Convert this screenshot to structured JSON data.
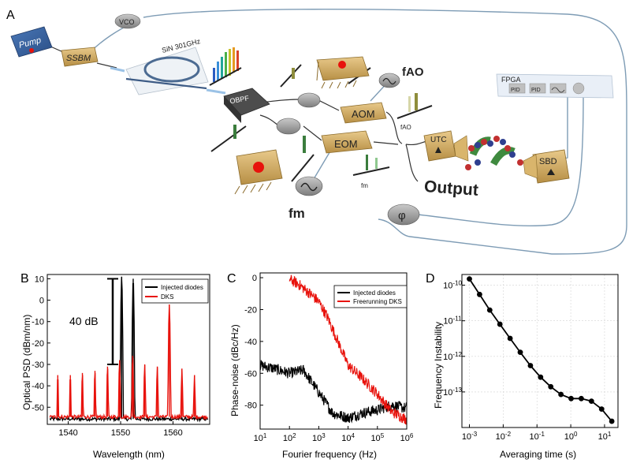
{
  "panels": {
    "a": "A",
    "b": "B",
    "c": "C",
    "d": "D"
  },
  "schematic": {
    "pump": "Pump",
    "ssbm": "SSBM",
    "vco": "VCO",
    "sin_ring": "SiN 301GHz",
    "obpf": "OBPF",
    "aom": "AOM",
    "eom": "EOM",
    "utc": "UTC",
    "sbd": "SBD",
    "fpga": "FPGA",
    "fpga_pid": "PID",
    "fpga_pid2": "PID",
    "f_ao": "fAO",
    "f_ao_small": "fAO",
    "f_m": "fm",
    "f_m_small": "fm",
    "phi": "φ",
    "output": "Output"
  },
  "chart_data": [
    {
      "type": "line",
      "panel": "B",
      "xlabel": "Wavelength (nm)",
      "ylabel": "Optical PSD (dBm/nm)",
      "xlim": [
        1536,
        1567
      ],
      "ylim": [
        -58,
        12
      ],
      "xticks": [
        "1540",
        "1550",
        "1560"
      ],
      "yticks": [
        "10",
        "0",
        "-10",
        "-20",
        "-30",
        "-40",
        "-50"
      ],
      "annotation": "40 dB",
      "annotation_range": [
        10,
        -30
      ],
      "legend": "top-right",
      "series": [
        {
          "name": "Injected diodes",
          "color": "#000000",
          "noise_floor": -55.5,
          "peaks": [
            [
              1550.2,
              11
            ],
            [
              1552.4,
              10
            ]
          ]
        },
        {
          "name": "DKS",
          "color": "#e8120c",
          "noise_floor": -54.5,
          "peaks": [
            [
              1538.0,
              -35
            ],
            [
              1540.4,
              -35
            ],
            [
              1542.7,
              -34
            ],
            [
              1545.1,
              -33
            ],
            [
              1547.5,
              -31
            ],
            [
              1549.8,
              -28
            ],
            [
              1552.3,
              -26
            ],
            [
              1554.6,
              -30
            ],
            [
              1557.0,
              -31
            ],
            [
              1559.3,
              -2
            ],
            [
              1561.7,
              -32
            ],
            [
              1564.1,
              -35
            ]
          ]
        }
      ]
    },
    {
      "type": "line",
      "panel": "C",
      "xlabel": "Fourier frequency (Hz)",
      "ylabel": "Phase-noise (dBc/Hz)",
      "xscale": "log",
      "xlim": [
        10,
        1000000
      ],
      "ylim": [
        -95,
        3
      ],
      "xticks": [
        "10^1",
        "10^2",
        "10^3",
        "10^4",
        "10^5",
        "10^6"
      ],
      "yticks": [
        "0",
        "-20",
        "-40",
        "-60",
        "-80"
      ],
      "legend": "top-right",
      "series": [
        {
          "name": "Injected diodes",
          "color": "#000000",
          "x": [
            10,
            30,
            100,
            300,
            1000,
            3000,
            10000,
            30000,
            100000,
            300000,
            1000000
          ],
          "y": [
            -55,
            -57,
            -60,
            -58,
            -72,
            -85,
            -88,
            -85,
            -83,
            -80,
            -82
          ]
        },
        {
          "name": "Freerunning DKS",
          "color": "#e8120c",
          "x": [
            100,
            200,
            500,
            1000,
            2000,
            5000,
            10000,
            30000,
            100000,
            300000,
            1000000
          ],
          "y": [
            -1,
            -4,
            -10,
            -15,
            -25,
            -42,
            -55,
            -63,
            -73,
            -84,
            -89
          ]
        }
      ]
    },
    {
      "type": "line",
      "panel": "D",
      "xlabel": "Averaging time (s)",
      "ylabel": "Frequency Instability",
      "xscale": "log",
      "yscale": "log",
      "xlim": [
        0.0006,
        25
      ],
      "ylim": [
        1e-14,
        2e-10
      ],
      "xticks": [
        "10^-3",
        "10^-2",
        "10^-1",
        "10^0",
        "10^1"
      ],
      "yticks": [
        "10^-10",
        "10^-11",
        "10^-12",
        "10^-13"
      ],
      "series": [
        {
          "name": "",
          "color": "#000000",
          "x": [
            0.001,
            0.002,
            0.004,
            0.008,
            0.016,
            0.032,
            0.064,
            0.128,
            0.256,
            0.512,
            1.024,
            2.048,
            4.096,
            8.192,
            16.384
          ],
          "y": [
            1.5e-10,
            5.5e-11,
            2e-11,
            8e-12,
            3.2e-12,
            1.3e-12,
            5.5e-13,
            2.6e-13,
            1.4e-13,
            8.5e-14,
            6.5e-14,
            6.5e-14,
            5.5e-14,
            3.3e-14,
            1.5e-14
          ]
        }
      ]
    }
  ]
}
